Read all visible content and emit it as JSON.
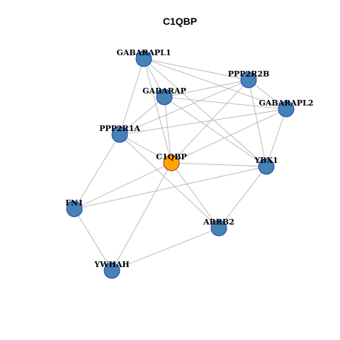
{
  "network": {
    "title": "C1QBP",
    "colors": {
      "hub_fill": "#FFA500",
      "hub_stroke": "#B22222",
      "node_fill": "#4682B4",
      "node_stroke": "#1F3FBF",
      "edge": "#B3B3B3"
    },
    "nodes": [
      {
        "id": "C1QBP",
        "label": "C1QBP",
        "hub": true
      },
      {
        "id": "GABARAPL1",
        "label": "GABARAPL1",
        "hub": false
      },
      {
        "id": "PPP2R2B",
        "label": "PPP2R2B",
        "hub": false
      },
      {
        "id": "GABARAP",
        "label": "GABARAP",
        "hub": false
      },
      {
        "id": "GABARAPL2",
        "label": "GABARAPL2",
        "hub": false
      },
      {
        "id": "PPP2R1A",
        "label": "PPP2R1A",
        "hub": false
      },
      {
        "id": "YBX1",
        "label": "YBX1",
        "hub": false
      },
      {
        "id": "FN1",
        "label": "FN1",
        "hub": false
      },
      {
        "id": "ARRB2",
        "label": "ARRB2",
        "hub": false
      },
      {
        "id": "YWHAH",
        "label": "YWHAH",
        "hub": false
      }
    ],
    "edges": [
      [
        "GABARAPL1",
        "PPP2R2B"
      ],
      [
        "GABARAPL1",
        "GABARAPL2"
      ],
      [
        "GABARAPL1",
        "GABARAP"
      ],
      [
        "GABARAPL1",
        "PPP2R1A"
      ],
      [
        "GABARAPL1",
        "C1QBP"
      ],
      [
        "GABARAPL1",
        "YBX1"
      ],
      [
        "PPP2R2B",
        "GABARAP"
      ],
      [
        "PPP2R2B",
        "GABARAPL2"
      ],
      [
        "PPP2R2B",
        "PPP2R1A"
      ],
      [
        "PPP2R2B",
        "C1QBP"
      ],
      [
        "PPP2R2B",
        "YBX1"
      ],
      [
        "GABARAP",
        "GABARAPL2"
      ],
      [
        "GABARAP",
        "PPP2R1A"
      ],
      [
        "GABARAP",
        "C1QBP"
      ],
      [
        "GABARAP",
        "YBX1"
      ],
      [
        "GABARAPL2",
        "PPP2R1A"
      ],
      [
        "GABARAPL2",
        "C1QBP"
      ],
      [
        "GABARAPL2",
        "YBX1"
      ],
      [
        "PPP2R1A",
        "C1QBP"
      ],
      [
        "PPP2R1A",
        "FN1"
      ],
      [
        "PPP2R1A",
        "ARRB2"
      ],
      [
        "C1QBP",
        "YBX1"
      ],
      [
        "C1QBP",
        "FN1"
      ],
      [
        "C1QBP",
        "ARRB2"
      ],
      [
        "C1QBP",
        "YWHAH"
      ],
      [
        "YBX1",
        "FN1"
      ],
      [
        "YBX1",
        "ARRB2"
      ],
      [
        "FN1",
        "YWHAH"
      ],
      [
        "ARRB2",
        "YWHAH"
      ]
    ]
  }
}
